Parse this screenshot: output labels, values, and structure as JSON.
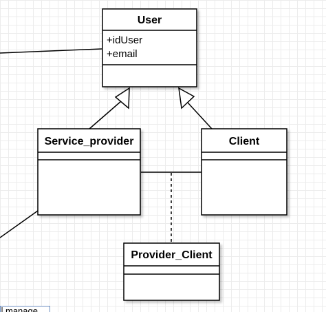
{
  "diagram": {
    "type": "uml-class-diagram",
    "classes": {
      "user": {
        "name": "User",
        "attributes": [
          "+idUser",
          "+email"
        ]
      },
      "service_provider": {
        "name": "Service_provider",
        "attributes": []
      },
      "client": {
        "name": "Client",
        "attributes": []
      },
      "provider_client": {
        "name": "Provider_Client",
        "attributes": []
      }
    },
    "relations": [
      {
        "type": "generalization",
        "from": "Service_provider",
        "to": "User"
      },
      {
        "type": "generalization",
        "from": "Client",
        "to": "User"
      },
      {
        "type": "association",
        "from": "Service_provider",
        "to": "Client"
      },
      {
        "type": "association-class",
        "class": "Provider_Client"
      }
    ],
    "edge_label": "manage",
    "colors": {
      "stroke": "#000000",
      "fill": "#ffffff",
      "label_border": "#6a8cbf",
      "grid": "#ececec"
    }
  }
}
